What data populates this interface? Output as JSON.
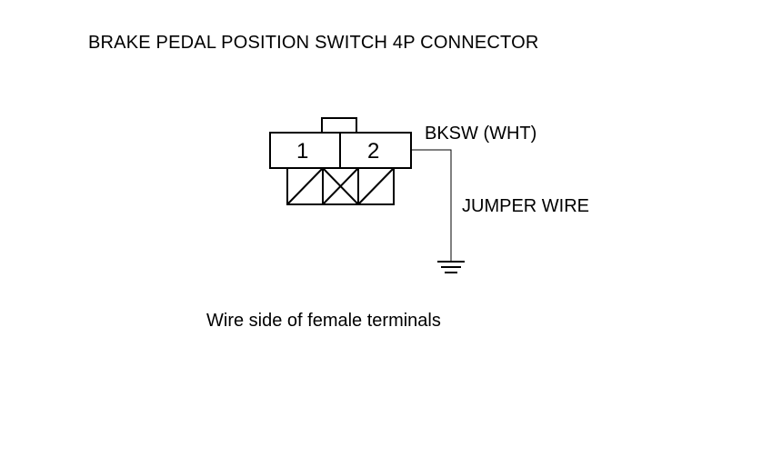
{
  "title": "BRAKE PEDAL POSITION SWITCH 4P CONNECTOR",
  "connector": {
    "pins": [
      "1",
      "2"
    ]
  },
  "labels": {
    "wire": "BKSW (WHT)",
    "jumper": "JUMPER WIRE"
  },
  "caption": "Wire side of female terminals",
  "icons": {
    "ground": "ground-icon"
  },
  "colors": {
    "line": "#000000",
    "background": "#ffffff"
  }
}
